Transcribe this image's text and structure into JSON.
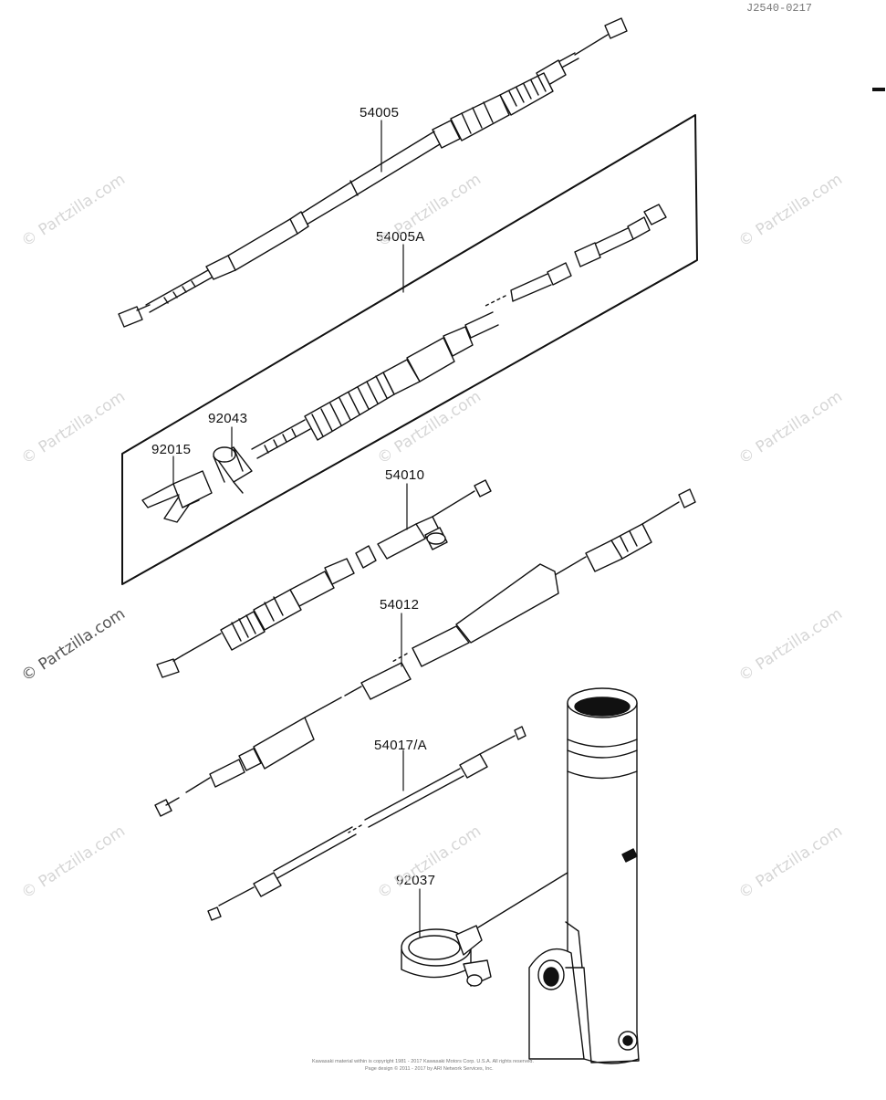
{
  "diagram": {
    "ref_code": "J2540-0217",
    "watermark": "© Partzilla.com",
    "copyright_line1": "Kawasaki material within is copyright 1981 - 2017 Kawasaki Motors Corp. U.S.A. All rights reserved.",
    "copyright_line2": "Page design © 2011 - 2017 by ARI Network Services, Inc.",
    "callouts": [
      "54005",
      "54005A",
      "92043",
      "92015",
      "54010",
      "54012",
      "54017/A",
      "92037"
    ]
  }
}
